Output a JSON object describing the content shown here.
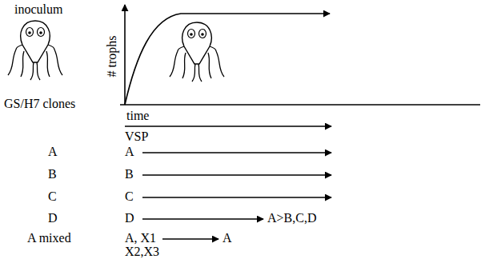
{
  "diagram": {
    "labels": [
      "inoculum",
      "# trophs",
      "GS/H7 clones",
      "time",
      "VSP",
      "A",
      "A",
      "B",
      "B",
      "C",
      "C",
      "D",
      "D",
      "A>B,C,D",
      "A mixed",
      "A, X1 X2,X3",
      "A"
    ]
  }
}
